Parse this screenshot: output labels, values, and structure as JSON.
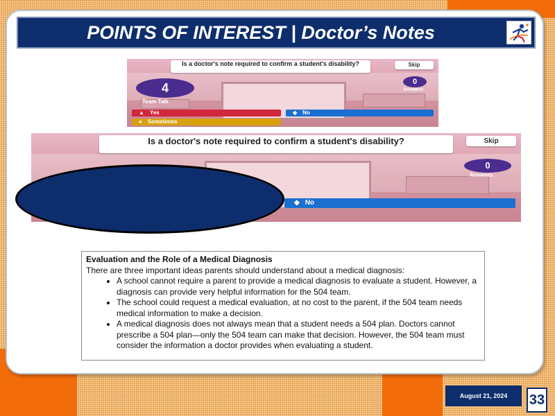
{
  "slide": {
    "title": "POINTS OF INTEREST | Doctor’s Notes",
    "logo_icon": "runner-logo-icon",
    "date": "August 21, 2024",
    "page_number": "33",
    "colors": {
      "navy": "#0d2d6c",
      "orange": "#f26c0a"
    }
  },
  "quiz_small": {
    "question": "Is a doctor's note required to confirm a student's disability?",
    "skip_label": "Skip",
    "timer_value": "4",
    "timer_label": "Team Talk",
    "answers_count": "0",
    "answers_label": "Answers",
    "options": [
      {
        "symbol": "▲",
        "label": "Yes"
      },
      {
        "symbol": "◆",
        "label": "No"
      },
      {
        "symbol": "●",
        "label": "Sometimes"
      }
    ]
  },
  "quiz_large": {
    "question": "Is a doctor's note required to confirm a student's disability?",
    "skip_label": "Skip",
    "answers_count": "0",
    "answers_label": "Answers",
    "options": [
      {
        "symbol": "◆",
        "label": "No"
      }
    ]
  },
  "document": {
    "heading": "Evaluation and the Role of a Medical Diagnosis",
    "intro": "There are three important ideas parents should understand about a medical diagnosis:",
    "bullets": [
      "A school cannot require a parent to provide a medical diagnosis to evaluate a student. However, a diagnosis can provide very helpful information for the 504 team.",
      "The school could request a medical evaluation, at no cost to the parent, if the 504 team needs medical information to make a decision.",
      "A medical diagnosis does not always mean that a student needs a 504 plan. Doctors cannot prescribe a 504 plan—only the 504 team can make that decision. However, the 504 team must consider the information a doctor provides when evaluating a student."
    ]
  }
}
